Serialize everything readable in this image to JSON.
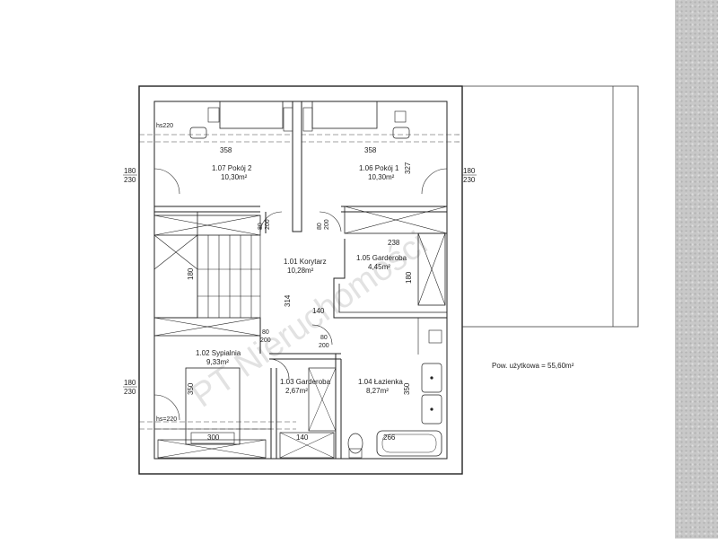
{
  "plan": {
    "rooms": [
      {
        "id": "1.07",
        "name": "1.07 Pokój 2",
        "area": "10,30m²"
      },
      {
        "id": "1.06",
        "name": "1.06 Pokój 1",
        "area": "10,30m²"
      },
      {
        "id": "1.01",
        "name": "1.01 Korytarz",
        "area": "10,28m²"
      },
      {
        "id": "1.05",
        "name": "1.05 Garderoba",
        "area": "4,45m²"
      },
      {
        "id": "1.02",
        "name": "1.02 Sypialnia",
        "area": "9,33m²"
      },
      {
        "id": "1.03",
        "name": "1.03 Garderoba",
        "area": "2,67m²"
      },
      {
        "id": "1.04",
        "name": "1.04 Łazienka",
        "area": "8,27m²"
      }
    ],
    "dims": {
      "width_left": "358",
      "width_right": "358",
      "depth_right": "327",
      "gard_width": "238",
      "gard_depth": "180",
      "stair": "180",
      "corr_depth": "314",
      "corr_width": "140",
      "bed_depth": "350",
      "bed_width": "300",
      "gard3_width": "140",
      "bath_depth": "350",
      "bath_width": "266"
    },
    "doors": {
      "w": "80",
      "h": "200"
    },
    "windows": {
      "w": "180",
      "h": "230"
    },
    "sills": {
      "top": "hs220",
      "bottom": "hs=220"
    },
    "total_area": "Pow. użytkowa = 55,60m²",
    "watermark": "PT Nieruchomości"
  }
}
